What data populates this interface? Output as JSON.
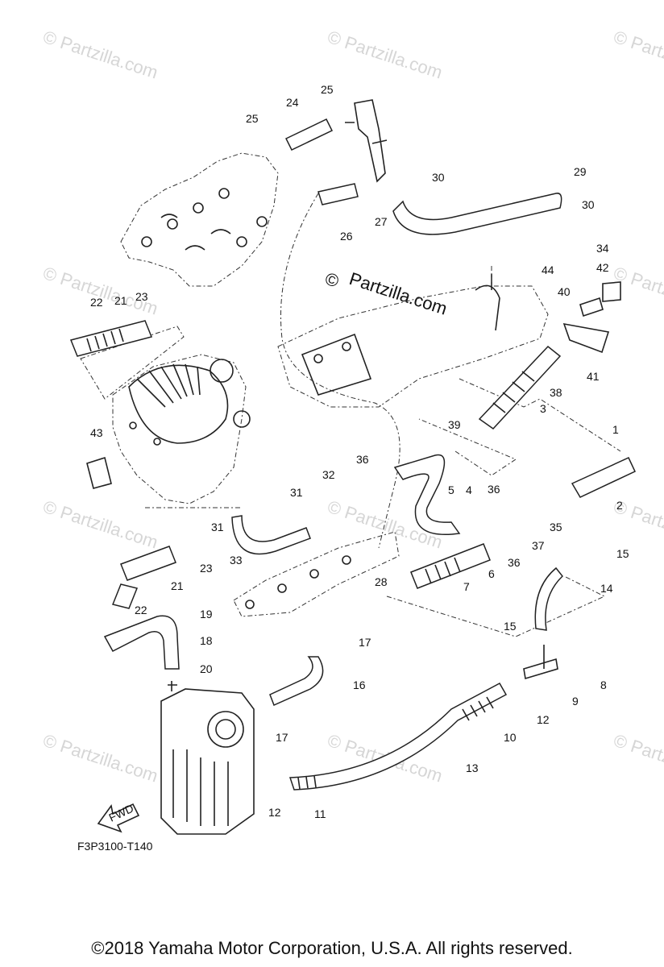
{
  "watermark": {
    "small": "© Partzilla.com",
    "center_symbol": "©",
    "center_text": "Partzilla.com"
  },
  "callouts": [
    {
      "id": "c1",
      "text": "1"
    },
    {
      "id": "c2",
      "text": "2"
    },
    {
      "id": "c3",
      "text": "3"
    },
    {
      "id": "c4",
      "text": "4"
    },
    {
      "id": "c5",
      "text": "5"
    },
    {
      "id": "c6",
      "text": "6"
    },
    {
      "id": "c7",
      "text": "7"
    },
    {
      "id": "c8",
      "text": "8"
    },
    {
      "id": "c9",
      "text": "9"
    },
    {
      "id": "c10",
      "text": "10"
    },
    {
      "id": "c11",
      "text": "11"
    },
    {
      "id": "c12a",
      "text": "12"
    },
    {
      "id": "c12b",
      "text": "12"
    },
    {
      "id": "c13",
      "text": "13"
    },
    {
      "id": "c14",
      "text": "14"
    },
    {
      "id": "c15a",
      "text": "15"
    },
    {
      "id": "c15b",
      "text": "15"
    },
    {
      "id": "c16",
      "text": "16"
    },
    {
      "id": "c17a",
      "text": "17"
    },
    {
      "id": "c17b",
      "text": "17"
    },
    {
      "id": "c18",
      "text": "18"
    },
    {
      "id": "c19",
      "text": "19"
    },
    {
      "id": "c20",
      "text": "20"
    },
    {
      "id": "c21a",
      "text": "21"
    },
    {
      "id": "c21b",
      "text": "21"
    },
    {
      "id": "c22a",
      "text": "22"
    },
    {
      "id": "c22b",
      "text": "22"
    },
    {
      "id": "c23a",
      "text": "23"
    },
    {
      "id": "c23b",
      "text": "23"
    },
    {
      "id": "c24",
      "text": "24"
    },
    {
      "id": "c25a",
      "text": "25"
    },
    {
      "id": "c25b",
      "text": "25"
    },
    {
      "id": "c26",
      "text": "26"
    },
    {
      "id": "c27",
      "text": "27"
    },
    {
      "id": "c28",
      "text": "28"
    },
    {
      "id": "c29",
      "text": "29"
    },
    {
      "id": "c30a",
      "text": "30"
    },
    {
      "id": "c30b",
      "text": "30"
    },
    {
      "id": "c31a",
      "text": "31"
    },
    {
      "id": "c31b",
      "text": "31"
    },
    {
      "id": "c32",
      "text": "32"
    },
    {
      "id": "c33",
      "text": "33"
    },
    {
      "id": "c34",
      "text": "34"
    },
    {
      "id": "c35",
      "text": "35"
    },
    {
      "id": "c36a",
      "text": "36"
    },
    {
      "id": "c36b",
      "text": "36"
    },
    {
      "id": "c36c",
      "text": "36"
    },
    {
      "id": "c37",
      "text": "37"
    },
    {
      "id": "c38",
      "text": "38"
    },
    {
      "id": "c39",
      "text": "39"
    },
    {
      "id": "c40",
      "text": "40"
    },
    {
      "id": "c41",
      "text": "41"
    },
    {
      "id": "c42",
      "text": "42"
    },
    {
      "id": "c43",
      "text": "43"
    },
    {
      "id": "c44",
      "text": "44"
    }
  ],
  "fwd_label": "FWD",
  "diagram_code": "F3P3100-T140",
  "copyright": "©2018  Yamaha Motor Corporation, U.S.A. All rights reserved."
}
